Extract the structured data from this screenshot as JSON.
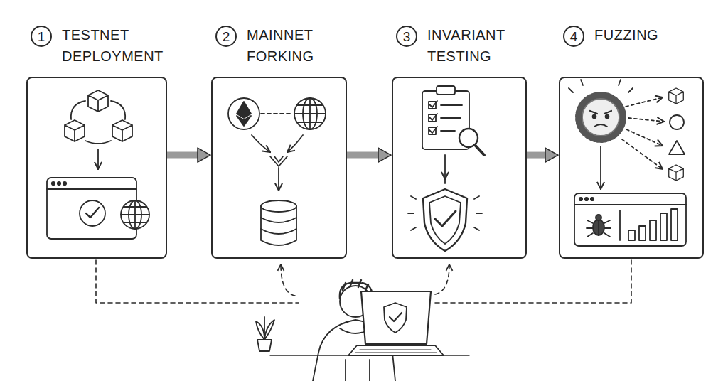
{
  "diagram": {
    "nodes": [
      {
        "text": [
          "1",
          "TESTNET DEPLOYMENT"
        ]
      },
      {
        "text": [
          "2",
          "MAINNET FORKING"
        ]
      },
      {
        "text": [
          "3",
          "INVARIANT TESTING"
        ]
      },
      {
        "text": [
          "4",
          "FUZZING"
        ]
      }
    ],
    "edges": [
      {
        "from": 0,
        "to": 1,
        "arrow": "to"
      },
      {
        "from": 1,
        "to": 2,
        "arrow": "to"
      },
      {
        "from": 2,
        "to": 3,
        "arrow": "to"
      }
    ]
  }
}
